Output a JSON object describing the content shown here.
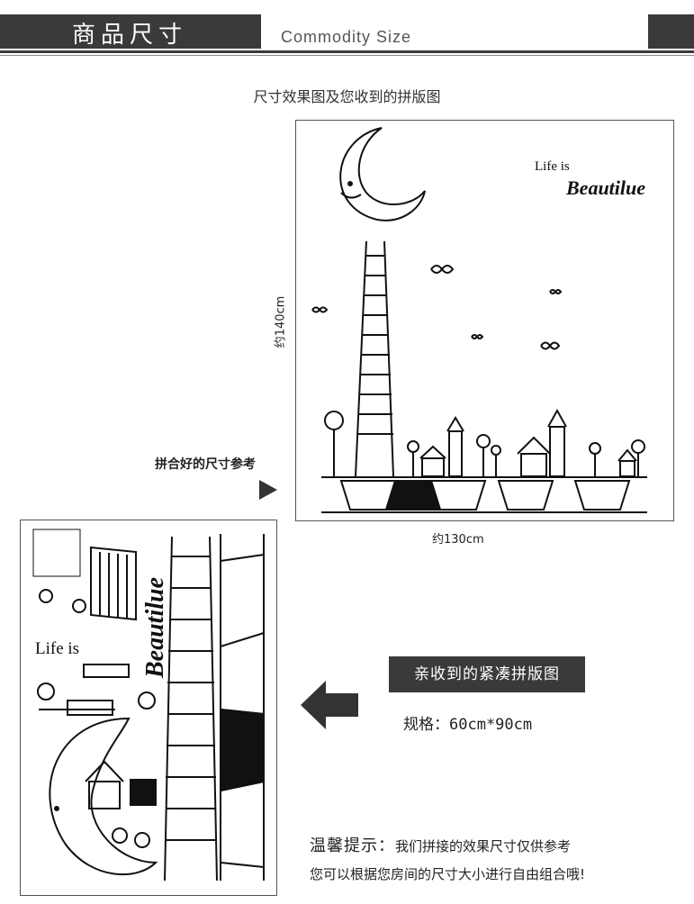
{
  "header": {
    "title": "商品尺寸",
    "subtitle": "Commodity Size"
  },
  "caption_top": "尺寸效果图及您收到的拼版图",
  "dimensions": {
    "height": "约140cm",
    "width": "约130cm"
  },
  "side_label": "拼合好的尺寸参考",
  "sticker_text": {
    "line1": "Life is",
    "line2": "Beautilue"
  },
  "compact_badge": "亲收到的紧凑拼版图",
  "spec": "规格：60cm*90cm",
  "tips": {
    "heading": "温馨提示：",
    "line1": "我们拼接的效果尺寸仅供参考",
    "line2": "您可以根据您房间的尺寸大小进行自由组合哦!"
  },
  "colors": {
    "band": "#3a3a3a",
    "ink": "#111111"
  }
}
